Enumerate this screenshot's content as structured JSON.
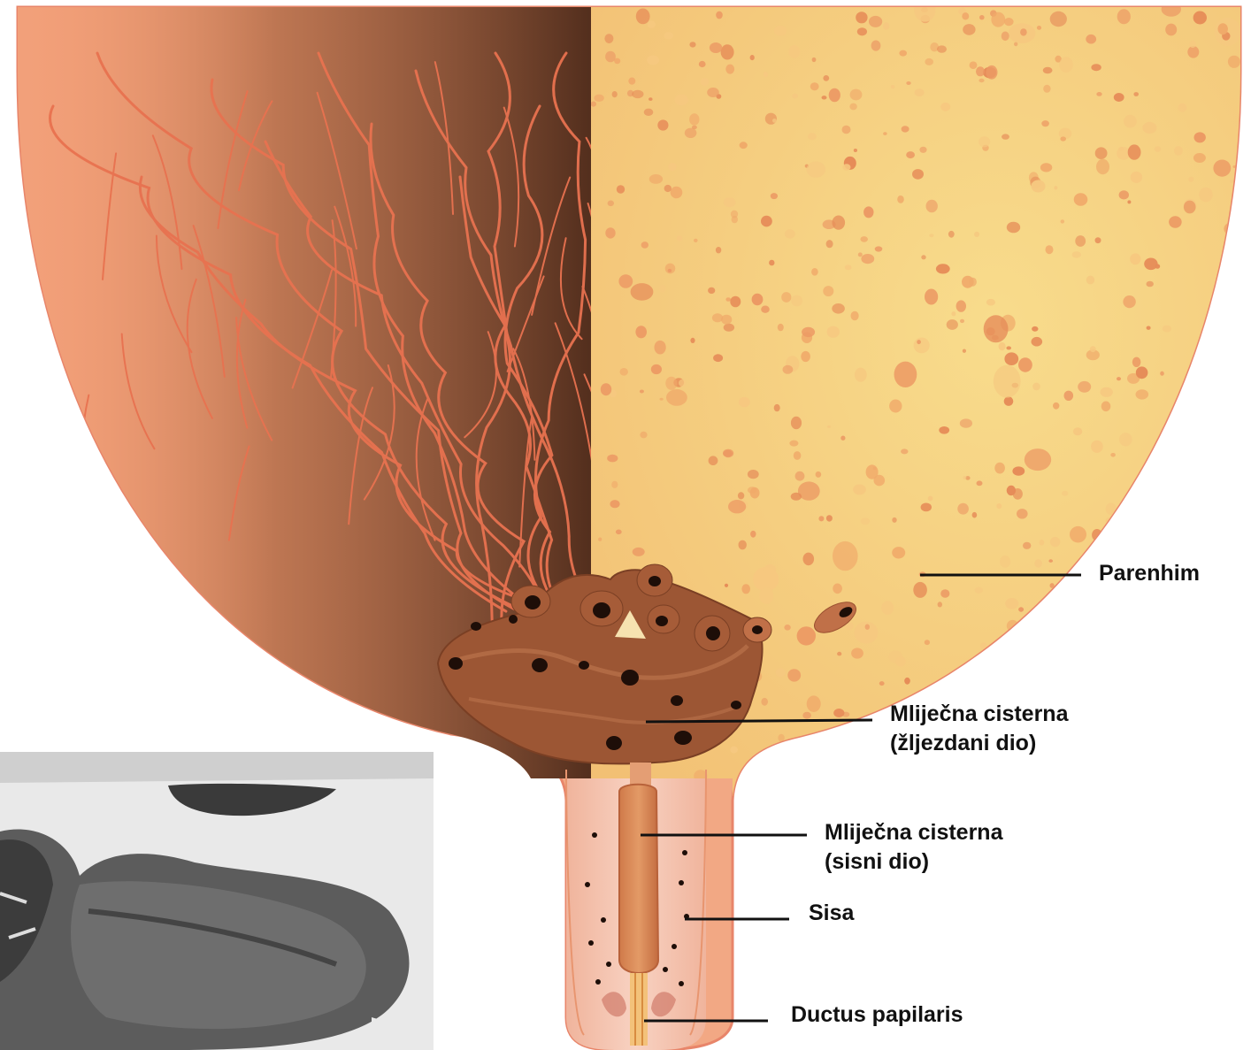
{
  "labels": {
    "parenhim": "Parenhim",
    "cistern_gland_line1": "Mliječna cisterna",
    "cistern_gland_line2": "(žljezdani dio)",
    "cistern_teat_line1": "Mliječna cisterna",
    "cistern_teat_line2": "(sisni dio)",
    "sisa": "Sisa",
    "ductus": "Ductus papilaris"
  },
  "colors": {
    "udder_skin": "#f0a27a",
    "udder_rim": "#e8856a",
    "vessels": "#e4704e",
    "dark_band": "#5a3220",
    "parenchyma_base": "#f4d07e",
    "parenchyma_spot": "#e9955c",
    "cistern": "#a0583a",
    "teat": "#f4bca6",
    "teat_cistern": "#d88252",
    "photo_bg": "#e8e8e8",
    "photo_tissue": "#555555"
  }
}
